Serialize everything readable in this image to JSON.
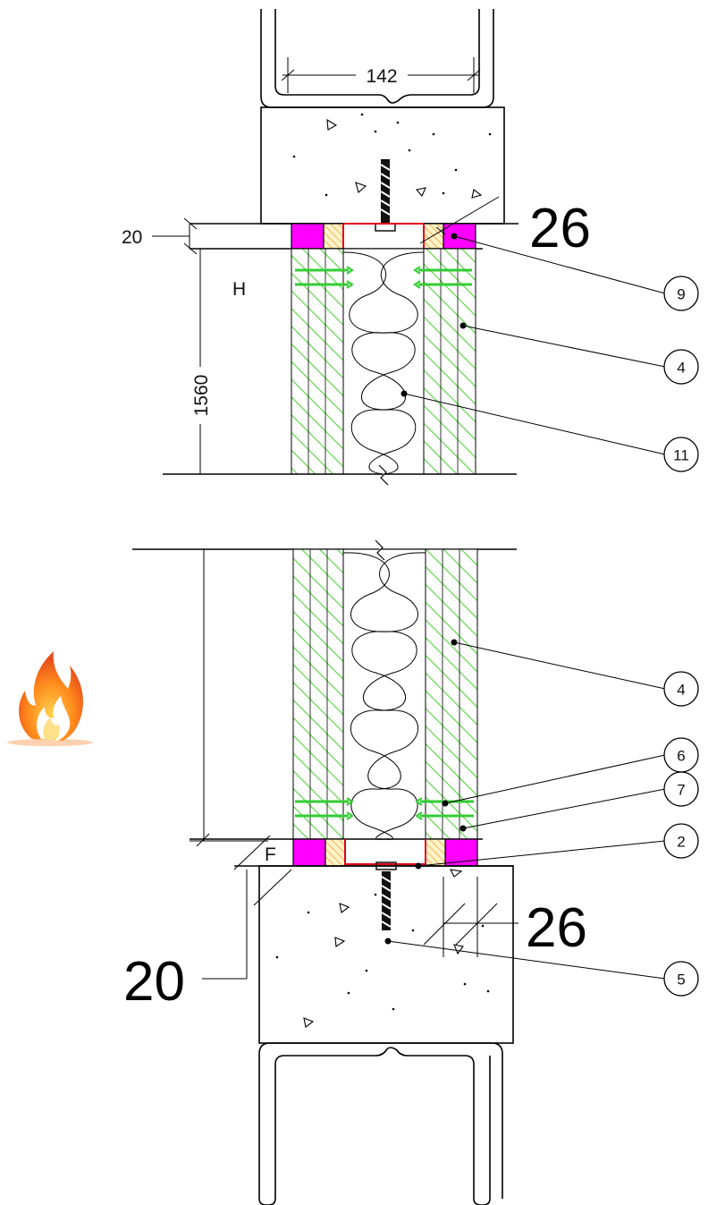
{
  "dimensions": {
    "top_width": "142",
    "top_gap": "20",
    "top_gap_big": "26",
    "height": "1560",
    "bottom_gap_big": "26",
    "bottom_gap": "20"
  },
  "labels": {
    "top": "H",
    "bottom": "F"
  },
  "callouts": [
    {
      "number": "9"
    },
    {
      "number": "4"
    },
    {
      "number": "11"
    },
    {
      "number": "4"
    },
    {
      "number": "6"
    },
    {
      "number": "7"
    },
    {
      "number": "2"
    },
    {
      "number": "5"
    }
  ],
  "colors": {
    "seal": "#ff00ff",
    "board_hatch": "#5fd64a",
    "timber": "#f5b35a",
    "fixing_green": "#33cc33",
    "flashing": "#e0001b",
    "concrete_outline": "#000000"
  },
  "icons": {
    "fire": "fire-icon"
  }
}
